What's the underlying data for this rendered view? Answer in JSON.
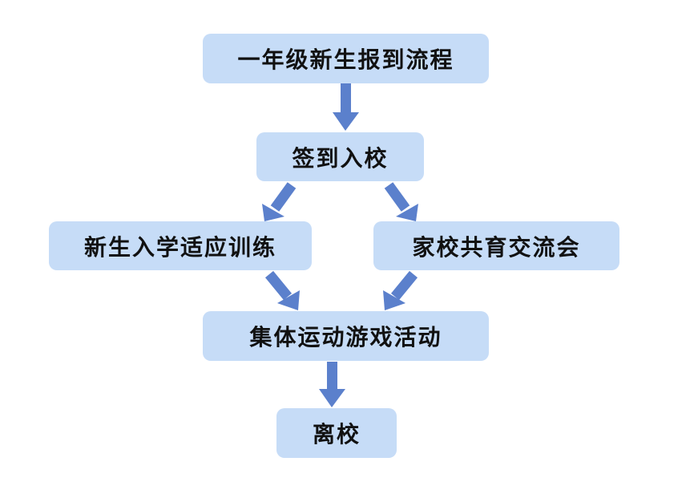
{
  "flowchart": {
    "start": "一年级新生报到流程",
    "sign_in": "签到入校",
    "branch_left": "新生入学适应训练",
    "branch_right": "家校共育交流会",
    "group_activity": "集体运动游戏活动",
    "leave": "离校"
  },
  "colors": {
    "node_fill": "#c6dcf7",
    "arrow": "#5b80cc",
    "text": "#111111"
  }
}
